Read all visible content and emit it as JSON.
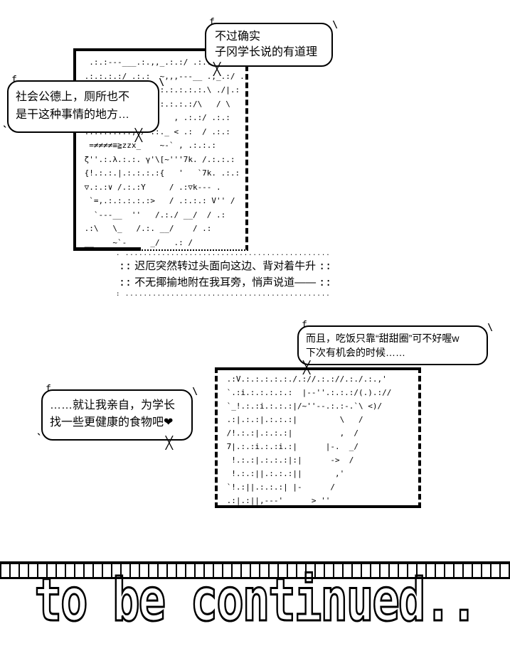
{
  "colors": {
    "ink": "#000000",
    "paper": "#ffffff"
  },
  "bubbles": [
    {
      "corner": "f",
      "tail": "╳",
      "ornament_tr": "\\",
      "lines": [
        "不过确实",
        "子冈学长说的有道理"
      ]
    },
    {
      "corner": "f",
      "tail": "╳",
      "ornament_tr": "\\",
      "ornament_bl": "`",
      "lines": [
        "社会公德上，厕所也不",
        "是干这种事情的地方…"
      ]
    },
    {
      "corner": "f",
      "tail": "╳",
      "ornament_tr": "\\",
      "lines": [
        "而且，吃饭只靠“甜甜圈”可不好喔w",
        "下次有机会的时候……"
      ]
    },
    {
      "corner": "f",
      "tail": "╳",
      "ornament_tr": "\\",
      "ornament_bl": "`",
      "lines": [
        "……就让我亲自，为学长",
        "找一些更健康的食物吧❤"
      ]
    }
  ],
  "narration": {
    "mark": "::",
    "dots_top": ". ..............................................................  .",
    "dots_bottom": ": ............................................................. :  .",
    "lines": [
      "迟厄突然转过头面向这边、背对着牛升",
      "不无揶揄地附在我耳旁，悄声说道——"
    ]
  },
  "panels": [
    {
      "art": [
        "  .:.:---___.:.,,_.:.:/ .:.:.:.:.:.",
        " .:.:.:.:/ .:.:  ~,,,---__ .,_.:/ .",
        "___    `\\ .:. / .:.:.:.:.:.\\ ./|.:",
        "       |.:./.:.:.:.:.:.:/\\   / \\",
        " \\_ X_ .:.:.:.:.'   , .:.:/ .:.:",
        " .:.:.:.:.., / .:._ < .:  / .:.:",
        "  =≠≠≠≠≡≧zzx_    ~-` , .:.:.:",
        " ζ''.:.λ.:.:. γ'\\[~'''7k. /.:.:.:",
        " {!.:.:.|.:.:.:.:{   '   `7k. .:.:",
        " ▽.:.:∨ /.:.:Y     / .:▽k--- .",
        "  `=,.:.:.:.:.:>   / .:.:.: V'' /",
        "   `---__  ''   /.:./ __/  / .:",
        " .:\\   \\_   /.:. __/    / .:",
        " __    ~`-     _/   .: /"
      ]
    },
    {
      "art": [
        " .:V.:.:.:.:.:./.://.:.://.:./.:.,'",
        " `.:i.:.:.:.:.:  |--''.:.:.:/(.).://",
        " `_!.:.:i.:.:.:|/~''--.:.:-.`\\ <)/",
        " .:|.:.:|.:.:.:|         \\   /",
        " /!.:.:|.:.:.:|          ,  /",
        " 7|.:.:i.:.:i.:|      |-.  _/",
        "  !.:.:|.:.:.:|:|      ->  /",
        "  !.:.:||.:.:.:||       ,'",
        " `!.:||.:.:.:| |-      /",
        " .:|.:||,---'      > ''"
      ]
    }
  ],
  "banner": {
    "text": "to be continued.."
  }
}
